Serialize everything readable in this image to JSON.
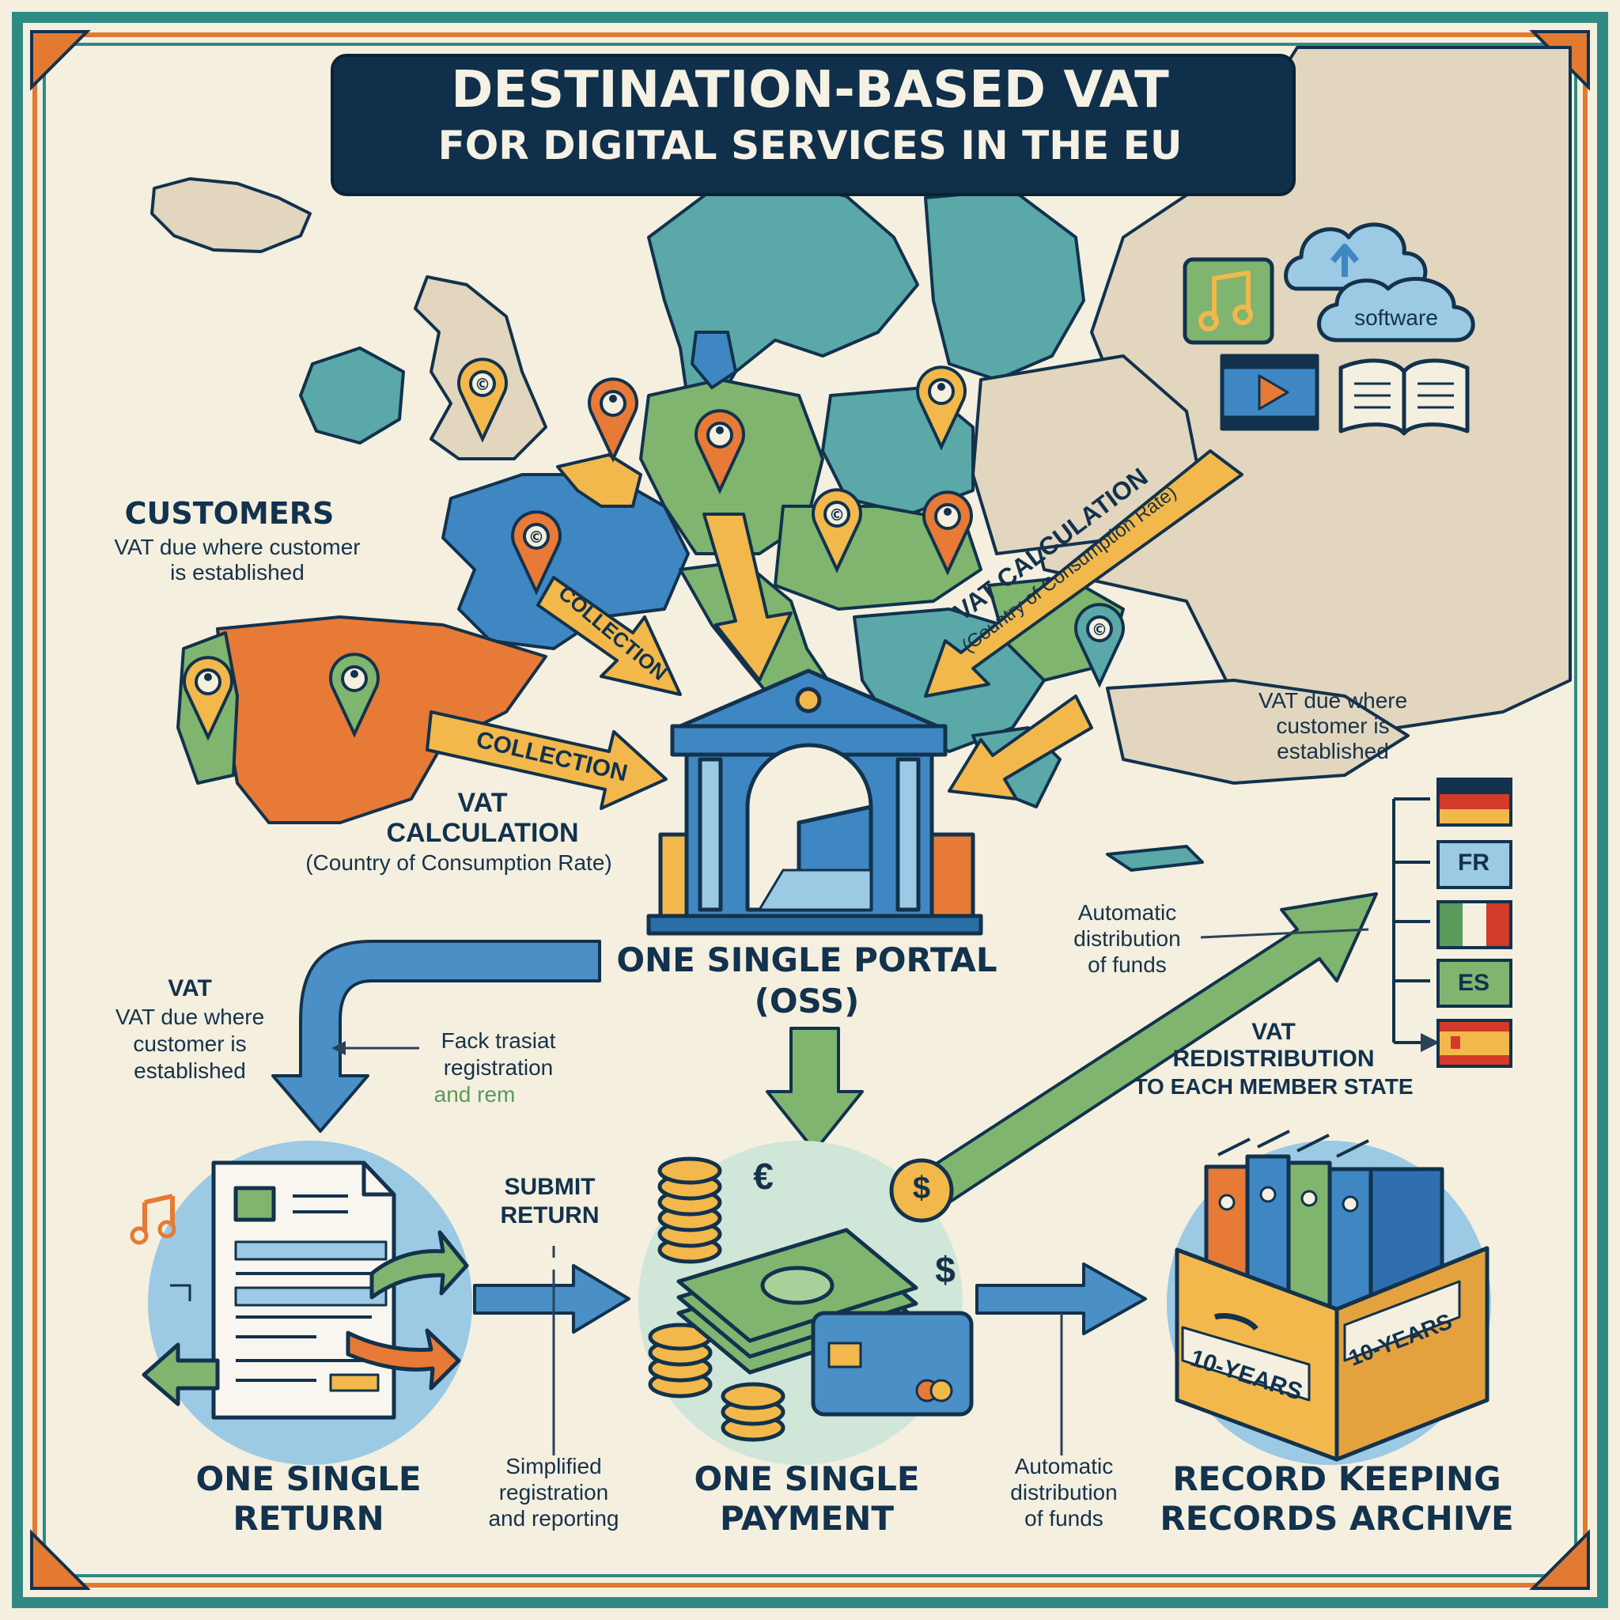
{
  "title": {
    "line1": "DESTINATION-BASED VAT",
    "line2": "FOR DIGITAL SERVICES IN THE EU"
  },
  "customers": {
    "heading": "CUSTOMERS",
    "line1": "VAT due where customer",
    "line2": "is established"
  },
  "left_calc": {
    "line1": "VAT",
    "line2": "CALCULATION",
    "line3": "(Country of Consumption Rate)"
  },
  "arrow_labels": {
    "collection_upper": "COLLECTION",
    "collection_lower": "COLLECTION",
    "vat_calc_rotated": "VAT CALCULATION",
    "vat_calc_rotated_sub": "(Country of Consumption Rate)"
  },
  "right_note": {
    "line1": "VAT due where",
    "line2": "customer is",
    "line3": "established"
  },
  "services": {
    "software_label": "software"
  },
  "portal": {
    "line1": "ONE SINGLE PORTAL",
    "line2": "(OSS)"
  },
  "auto_dist_upper": {
    "line1": "Automatic",
    "line2": "distribution",
    "line3": "of funds"
  },
  "redistribution": {
    "line1": "VAT",
    "line2": "REDISTRIBUTION",
    "line3": "TO EACH MEMBER STATE"
  },
  "flags": {
    "fr": "FR",
    "es": "ES"
  },
  "left_vat": {
    "line1": "VAT",
    "line2": "VAT due where",
    "line3": "customer is",
    "line4": "established"
  },
  "fack_note": {
    "line1": "Fack trasiat",
    "line2": "registration",
    "line3": "and rem"
  },
  "submit": {
    "line1": "SUBMIT",
    "line2": "RETURN"
  },
  "simplified": {
    "line1": "Simplified",
    "line2": "registration",
    "line3": "and reporting"
  },
  "auto_dist_lower": {
    "line1": "Automatic",
    "line2": "distribution",
    "line3": "of funds"
  },
  "return_box": {
    "line1": "ONE SINGLE",
    "line2": "RETURN"
  },
  "payment_box": {
    "line1": "ONE SINGLE",
    "line2": "PAYMENT"
  },
  "records_box": {
    "line1": "RECORD KEEPING",
    "line2": "RECORDS ARCHIVE"
  },
  "archive_labels": {
    "front": "10-YEARS",
    "side": "10-YEARS"
  },
  "currency": {
    "euro": "€",
    "dollar": "$"
  },
  "colors": {
    "navy": "#12324d",
    "teal": "#5aa8a8",
    "blue": "#3f87c2",
    "green": "#7fb56f",
    "orange": "#e67a36",
    "gold": "#f2b84b",
    "beige": "#e2d6bf",
    "background": "#f4efdf"
  }
}
